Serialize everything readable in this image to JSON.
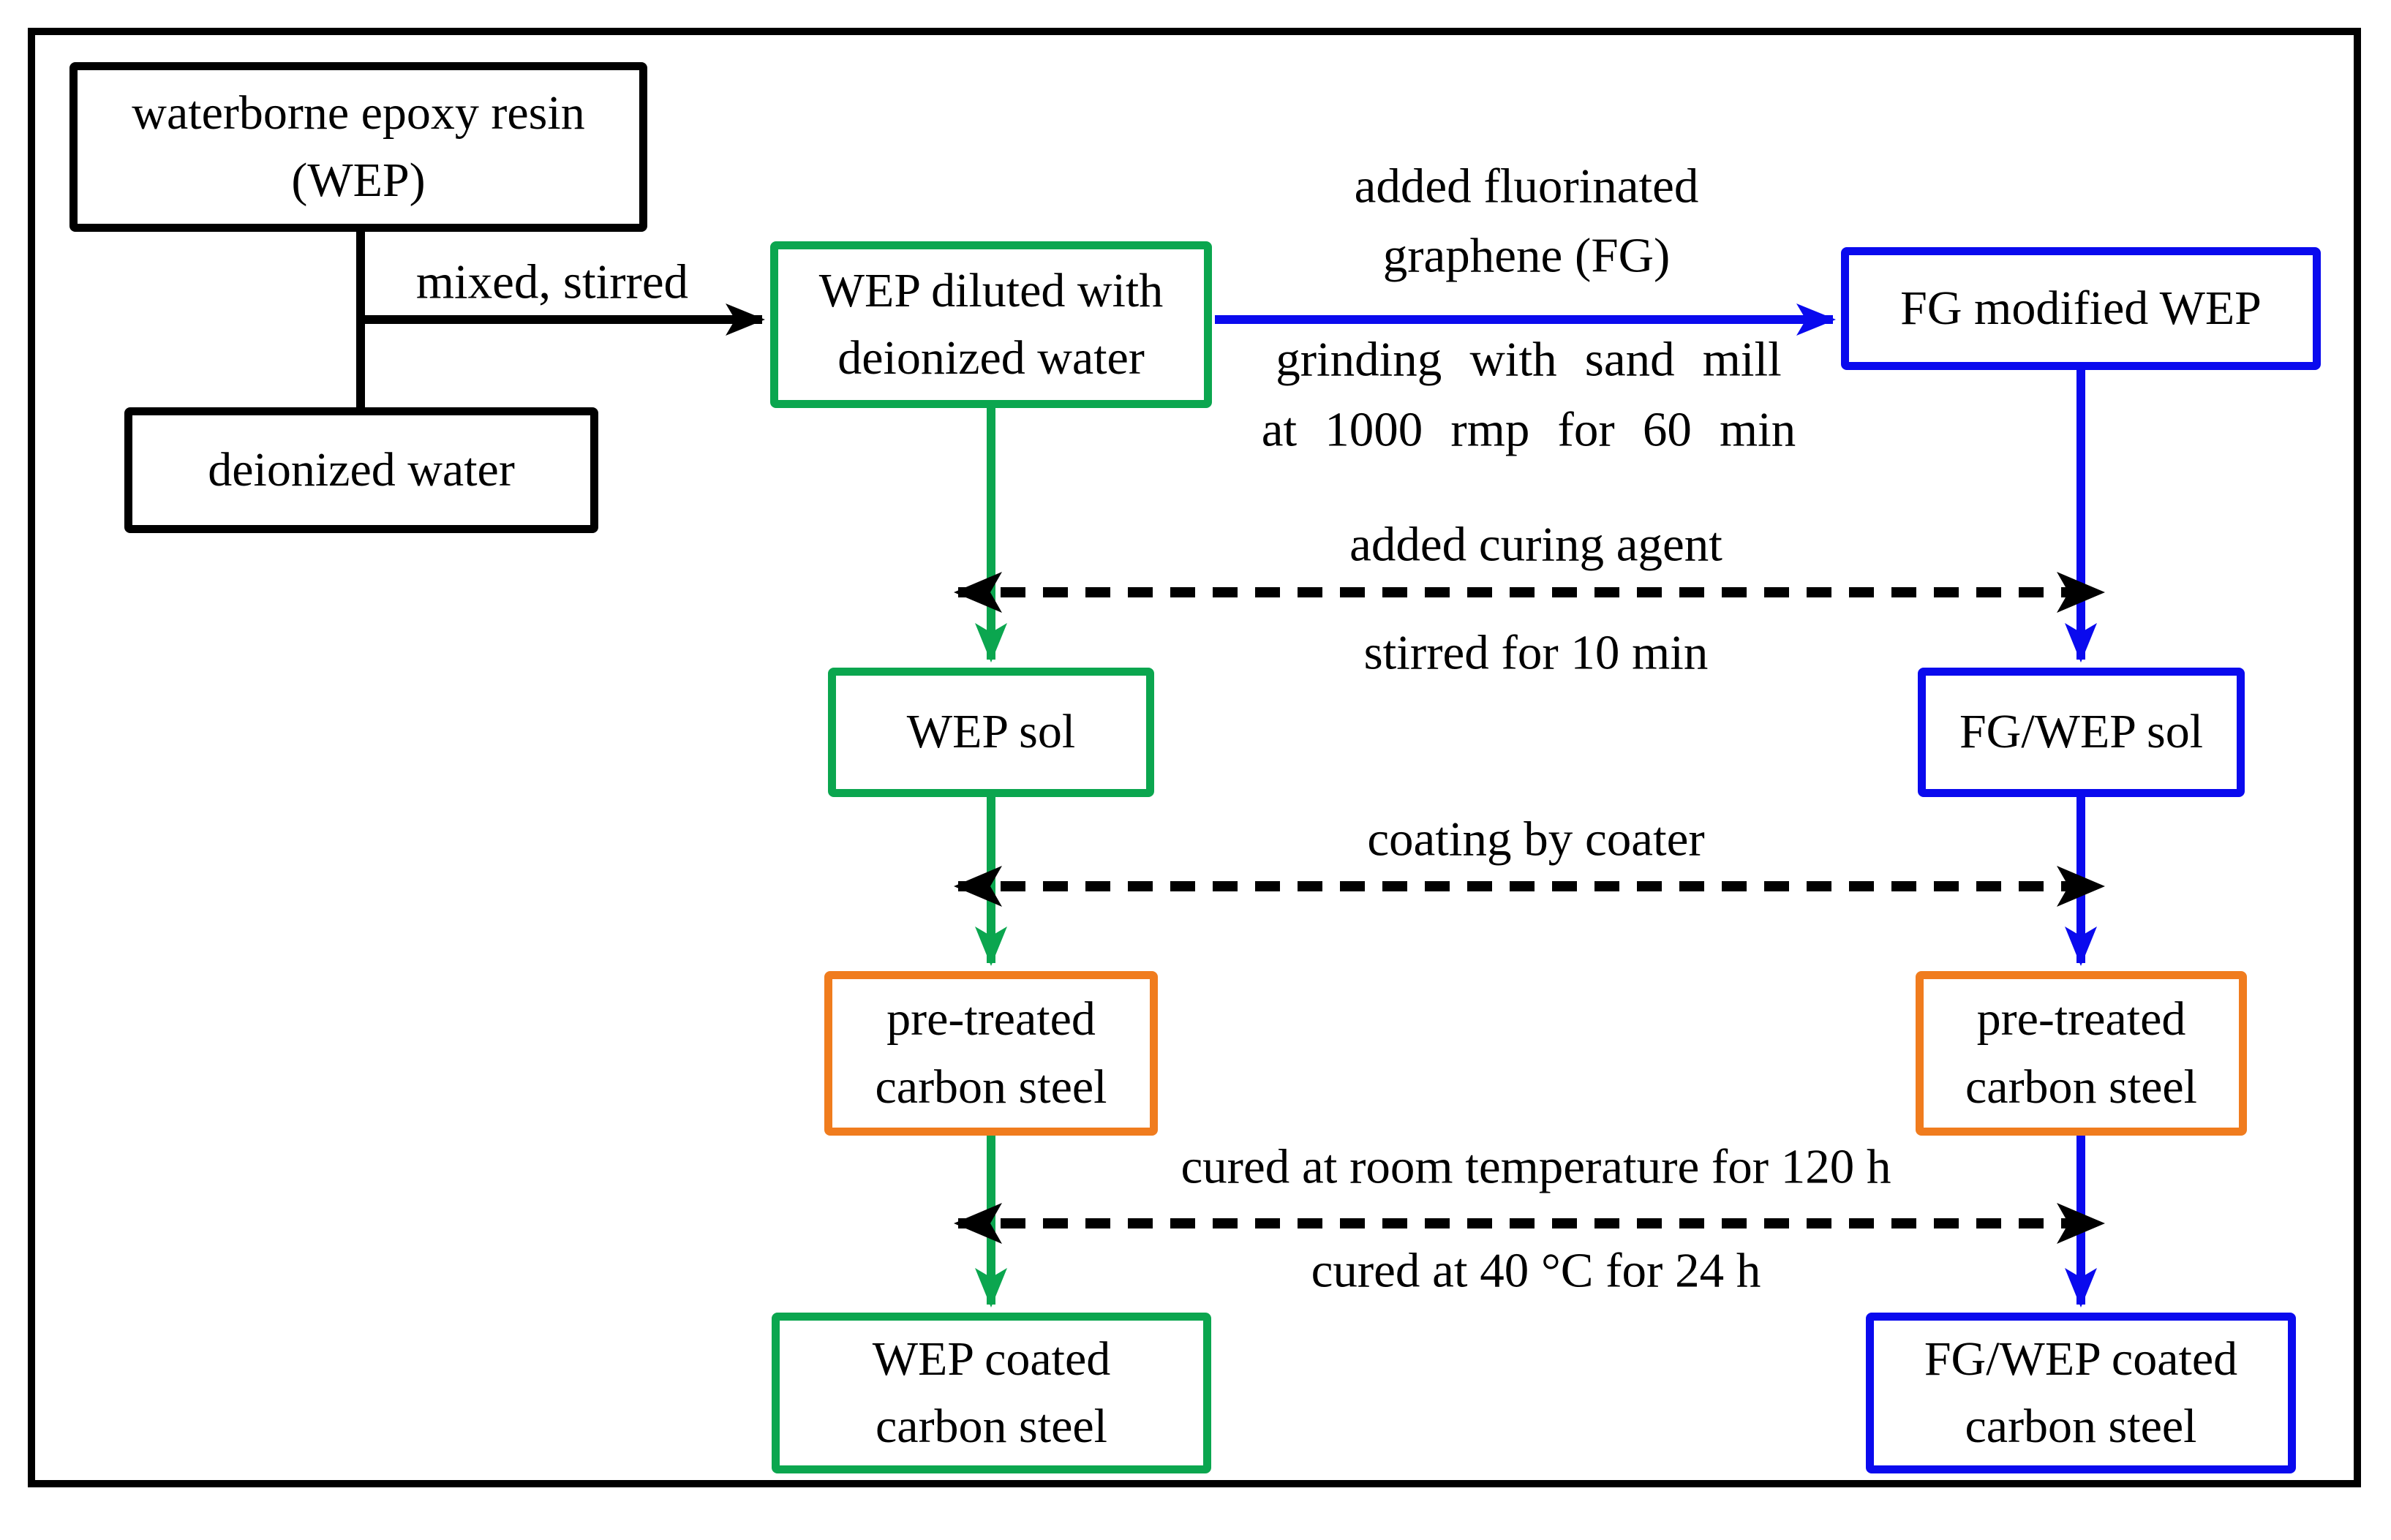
{
  "colors": {
    "green": "#0ba64f",
    "blue": "#0a0aee",
    "orange": "#f07c1e",
    "frame": "#000000"
  },
  "nodes": {
    "wep_resin": {
      "line1": "waterborne epoxy resin",
      "line2": "(WEP)"
    },
    "deionized_water": {
      "line1": "deionized water"
    },
    "wep_diluted": {
      "line1": "WEP diluted with",
      "line2": "deionized water"
    },
    "fg_modified_wep": {
      "line1": "FG modified WEP"
    },
    "wep_sol": {
      "line1": "WEP sol"
    },
    "fg_wep_sol": {
      "line1": "FG/WEP sol"
    },
    "pretreated_steel_left": {
      "line1": "pre-treated",
      "line2": "carbon steel"
    },
    "pretreated_steel_right": {
      "line1": "pre-treated",
      "line2": "carbon steel"
    },
    "wep_coated_steel": {
      "line1": "WEP coated",
      "line2": "carbon steel"
    },
    "fg_wep_coated_steel": {
      "line1": "FG/WEP coated",
      "line2": "carbon steel"
    }
  },
  "labels": {
    "mixed_stirred": "mixed, stirred",
    "fg_addition_line1": "added fluorinated",
    "fg_addition_line2": "graphene (FG)",
    "grinding_line1": "grinding with sand mill",
    "grinding_line2": "at 1000 rmp for 60 min",
    "curing_agent": "added curing agent",
    "stirred": "stirred for 10 min",
    "coating": "coating by coater",
    "cured_room": "cured at room temperature for 120 h",
    "cured_40": "cured at 40 °C for 24 h"
  }
}
